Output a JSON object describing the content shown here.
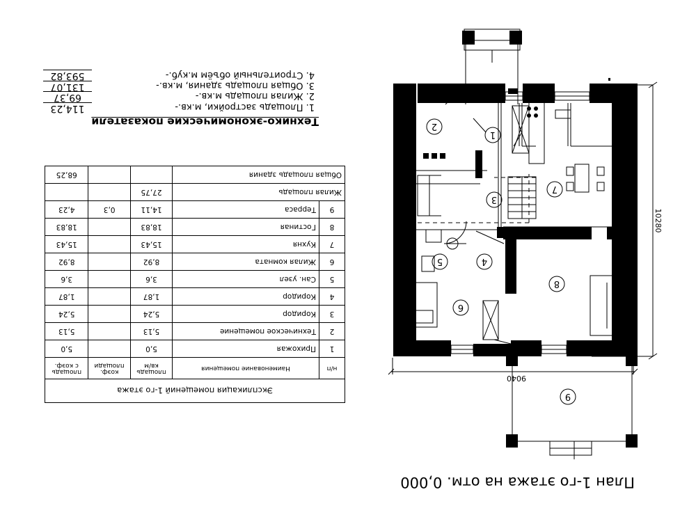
{
  "plan_title": "План 1-го этажа на отм. 0,000",
  "dimensions": {
    "width": "9040",
    "height": "10280"
  },
  "rooms_on_plan": [
    "1",
    "2",
    "3",
    "4",
    "5",
    "6",
    "7",
    "8",
    "9"
  ],
  "indicators": {
    "title": "Технико-экономические показатели",
    "items": [
      {
        "label": "1. Площадь застройки, м.кв.-",
        "value": "114,23"
      },
      {
        "label": "2. Жилая площадь м.кв.-",
        "value": "69,37"
      },
      {
        "label": "3. Общая площадь здания, м.кв.-",
        "value": "131,07"
      },
      {
        "label": "4. Строительный объём м.куб.-",
        "value": "593,82"
      }
    ]
  },
  "explication": {
    "caption": "Экспликация помещений 1-го этажа",
    "headers": {
      "num": "н/п",
      "name": "Наименование помещения",
      "area_line1": "площадь",
      "area_line2": "кв/м",
      "coef_line1": "коэф.",
      "coef_line2": "площади",
      "coef_area_line1": "площадь",
      "coef_area_line2": "с коэф."
    },
    "rows": [
      {
        "num": "1",
        "name": "Прихожая",
        "area": "5,0",
        "coef": "",
        "area_coef": "5,0"
      },
      {
        "num": "2",
        "name": "Техническое помещение",
        "area": "5,13",
        "coef": "",
        "area_coef": "5,13"
      },
      {
        "num": "3",
        "name": "Коридор",
        "area": "5,24",
        "coef": "",
        "area_coef": "5,24"
      },
      {
        "num": "4",
        "name": "Коридор",
        "area": "1,87",
        "coef": "",
        "area_coef": "1,87"
      },
      {
        "num": "5",
        "name": "Сан. узел",
        "area": "3,6",
        "coef": "",
        "area_coef": "3,6"
      },
      {
        "num": "6",
        "name": "Жилая комната",
        "area": "8,92",
        "coef": "",
        "area_coef": "8,92"
      },
      {
        "num": "7",
        "name": "Кухня",
        "area": "15,43",
        "coef": "",
        "area_coef": "15,43"
      },
      {
        "num": "8",
        "name": "Гостиная",
        "area": "18,83",
        "coef": "",
        "area_coef": "18,83"
      },
      {
        "num": "9",
        "name": "Терраса",
        "area": "14,11",
        "coef": "0,3",
        "area_coef": "4,23"
      }
    ],
    "totals": [
      {
        "name": "Жилая площадь",
        "area": "27,75",
        "coef": "",
        "area_coef": ""
      },
      {
        "name": "Общая площадь здания",
        "area": "",
        "coef": "",
        "area_coef": "68,25"
      }
    ]
  }
}
